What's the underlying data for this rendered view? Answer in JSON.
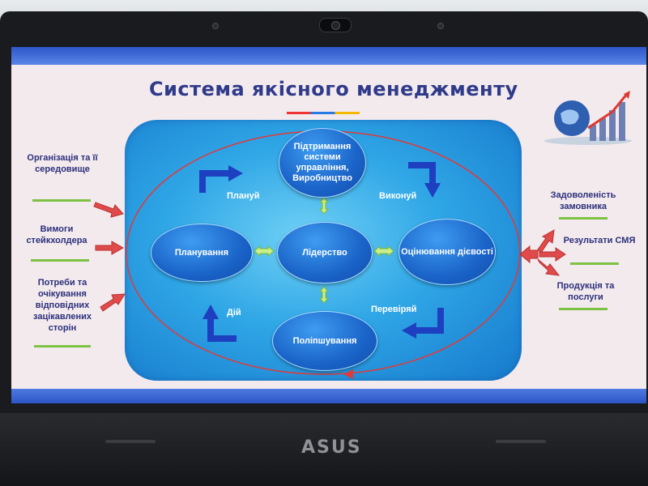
{
  "title": "Система якісного менеджменту",
  "nodes": {
    "top": "Підтримання системи управління, Виробництво",
    "left": "Планування",
    "center": "Лідерство",
    "right": "Оцінювання дієвості",
    "bottom": "Поліпшування"
  },
  "steps": {
    "plan": "Плануй",
    "do_step": "Виконуй",
    "check": "Перевіряй",
    "act": "Дій"
  },
  "inputs": [
    "Організація та її середовище",
    "Вимоги стейкхолдера",
    "Потреби та очікування відповідних зацікавлених сторін"
  ],
  "outputs": [
    "Задоволеність замовника",
    "Результати СМЯ",
    "Продукція та послуги"
  ],
  "brand": "ASUS",
  "colors": {
    "panel": "#2fa6e6",
    "node": "#1a63c8",
    "cycle_arrow": "#1d3fc0",
    "input_arrow": "#e04a4a",
    "label_text": "#2b2f7a",
    "underline": "#7dc142"
  }
}
